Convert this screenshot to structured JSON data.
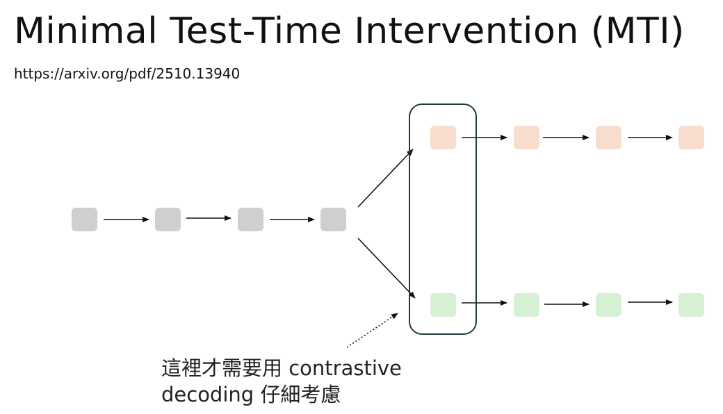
{
  "slide": {
    "title": "Minimal Test-Time Intervention (MTI)",
    "url": "https://arxiv.org/pdf/2510.13940"
  },
  "annotation": {
    "line1": "這裡才需要用 contrastive",
    "line2": "decoding 仔細考慮"
  },
  "colors": {
    "gray_node": "#cfcfcf",
    "orange_node": "#f8dccd",
    "green_node": "#d6f0d3",
    "highlight_border": "#1e3a3f"
  }
}
